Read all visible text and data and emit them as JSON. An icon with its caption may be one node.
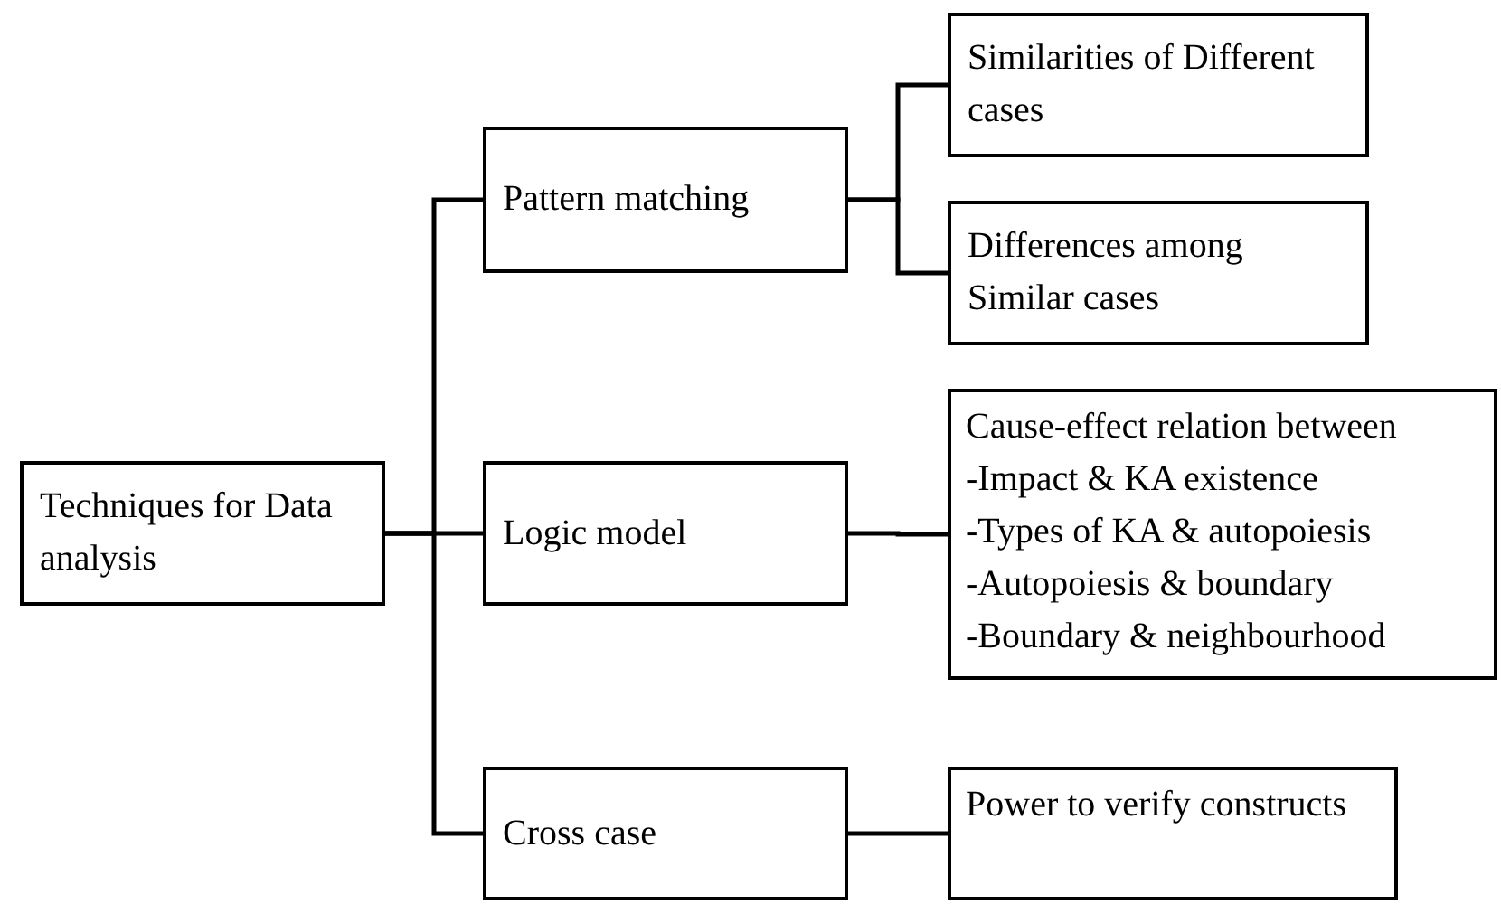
{
  "diagram": {
    "nodes": [
      {
        "text": [
          "Techniques for Data analysis"
        ]
      },
      {
        "text": [
          "Pattern matching"
        ]
      },
      {
        "text": [
          "Similarities of Different cases"
        ]
      },
      {
        "text": [
          "Differences among Similar cases"
        ]
      },
      {
        "text": [
          "Logic model"
        ]
      },
      {
        "text": [
          "Cause-effect relation between",
          "-Impact & KA existence",
          "-Types of KA & autopoiesis",
          "-Autopoiesis & boundary",
          "-Boundary & neighbourhood"
        ]
      },
      {
        "text": [
          "Cross case"
        ]
      },
      {
        "text": [
          "Power to verify constructs"
        ]
      }
    ],
    "edges": [
      {
        "from": 0,
        "to": 1,
        "arrow": "none"
      },
      {
        "from": 0,
        "to": 4,
        "arrow": "none"
      },
      {
        "from": 0,
        "to": 6,
        "arrow": "none"
      },
      {
        "from": 1,
        "to": 2,
        "arrow": "none"
      },
      {
        "from": 1,
        "to": 3,
        "arrow": "none"
      },
      {
        "from": 4,
        "to": 5,
        "arrow": "none"
      },
      {
        "from": 6,
        "to": 7,
        "arrow": "none"
      }
    ]
  }
}
